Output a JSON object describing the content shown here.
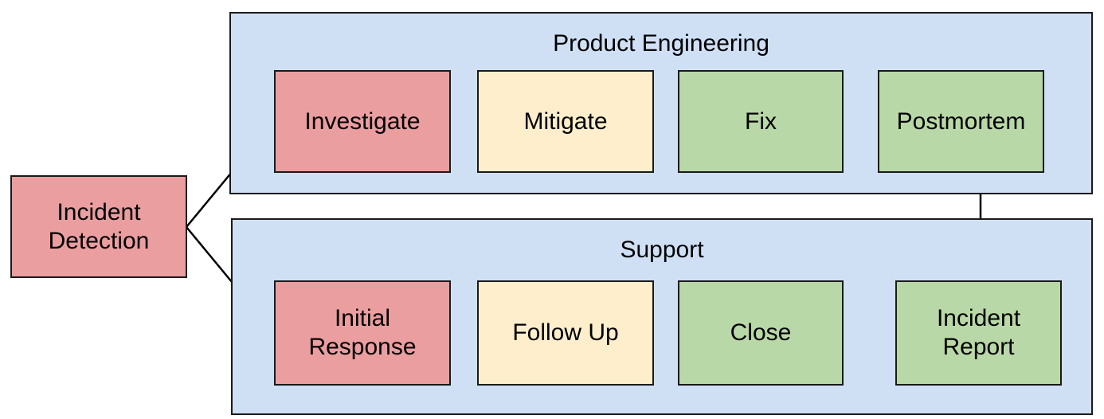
{
  "diagram": {
    "title_hidden": "",
    "palette": {
      "lane_fill": "#cfe0f5",
      "lane_stroke": "#1a1a1a",
      "red": "#ea9ea0",
      "yellow": "#ffeecb",
      "green": "#b9d8a7",
      "edge": "#000000",
      "background": "#ffffff"
    },
    "lanes": [
      {
        "id": "product-engineering",
        "label": "Product Engineering"
      },
      {
        "id": "support",
        "label": "Support"
      }
    ],
    "nodes": [
      {
        "id": "incident-detection",
        "label": "Incident\nDetection",
        "line1": "Incident",
        "line2": "Detection",
        "color": "red",
        "lane": null
      },
      {
        "id": "investigate",
        "label": "Investigate",
        "line1": "Investigate",
        "line2": "",
        "color": "red",
        "lane": "product-engineering"
      },
      {
        "id": "mitigate",
        "label": "Mitigate",
        "line1": "Mitigate",
        "line2": "",
        "color": "yellow",
        "lane": "product-engineering"
      },
      {
        "id": "fix",
        "label": "Fix",
        "line1": "Fix",
        "line2": "",
        "color": "green",
        "lane": "product-engineering"
      },
      {
        "id": "postmortem",
        "label": "Postmortem",
        "line1": "Postmortem",
        "line2": "",
        "color": "green",
        "lane": "product-engineering"
      },
      {
        "id": "initial-response",
        "label": "Initial\nResponse",
        "line1": "Initial",
        "line2": "Response",
        "color": "red",
        "lane": "support"
      },
      {
        "id": "follow-up",
        "label": "Follow Up",
        "line1": "Follow Up",
        "line2": "",
        "color": "yellow",
        "lane": "support"
      },
      {
        "id": "close",
        "label": "Close",
        "line1": "Close",
        "line2": "",
        "color": "green",
        "lane": "support"
      },
      {
        "id": "incident-report",
        "label": "Incident\nReport",
        "line1": "Incident",
        "line2": "Report",
        "color": "green",
        "lane": "support"
      }
    ],
    "edges": [
      {
        "from": "incident-detection",
        "to": "investigate",
        "label": ""
      },
      {
        "from": "incident-detection",
        "to": "initial-response",
        "label": ""
      },
      {
        "from": "investigate",
        "to": "mitigate",
        "label": ""
      },
      {
        "from": "mitigate",
        "to": "fix",
        "label": ""
      },
      {
        "from": "fix",
        "to": "postmortem",
        "label": ""
      },
      {
        "from": "postmortem",
        "to": "incident-report",
        "label": ""
      },
      {
        "from": "initial-response",
        "to": "follow-up",
        "label": ""
      },
      {
        "from": "follow-up",
        "to": "close",
        "label": ""
      },
      {
        "from": "close",
        "to": "incident-report",
        "label": ""
      }
    ]
  }
}
